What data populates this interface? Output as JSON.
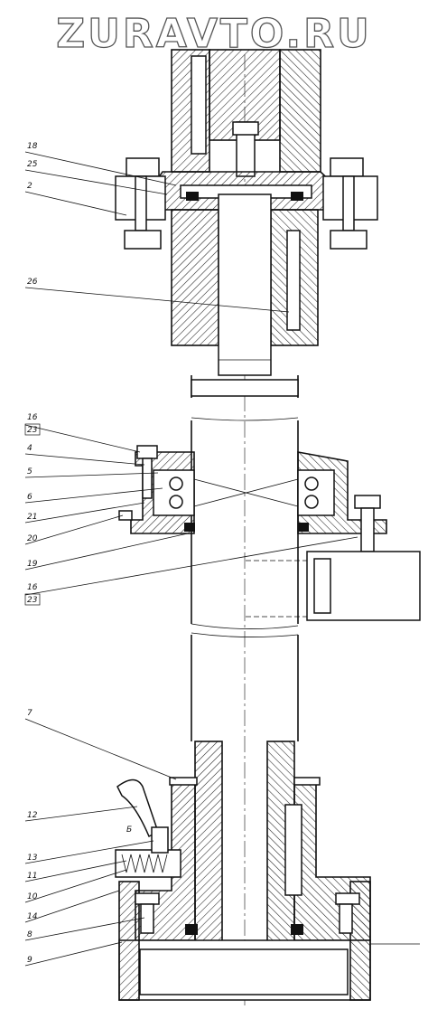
{
  "watermark": "ZURAVTO.RU",
  "callouts": [
    {
      "id": "c18",
      "text": "18"
    },
    {
      "id": "c25",
      "text": "25"
    },
    {
      "id": "c2",
      "text": "2"
    },
    {
      "id": "c26",
      "text": "26"
    },
    {
      "id": "c16a",
      "text": "16"
    },
    {
      "id": "c23a",
      "text": "23"
    },
    {
      "id": "c4",
      "text": "4"
    },
    {
      "id": "c5",
      "text": "5"
    },
    {
      "id": "c6",
      "text": "6"
    },
    {
      "id": "c21",
      "text": "21"
    },
    {
      "id": "c20",
      "text": "20"
    },
    {
      "id": "c19",
      "text": "19"
    },
    {
      "id": "c16b",
      "text": "16"
    },
    {
      "id": "c23b",
      "text": "23"
    },
    {
      "id": "c7",
      "text": "7"
    },
    {
      "id": "c12",
      "text": "12"
    },
    {
      "id": "c13",
      "text": "13"
    },
    {
      "id": "c11",
      "text": "11"
    },
    {
      "id": "c10",
      "text": "10"
    },
    {
      "id": "c14",
      "text": "14"
    },
    {
      "id": "c8",
      "text": "8"
    },
    {
      "id": "c9",
      "text": "9"
    }
  ],
  "section_mark": "Б"
}
